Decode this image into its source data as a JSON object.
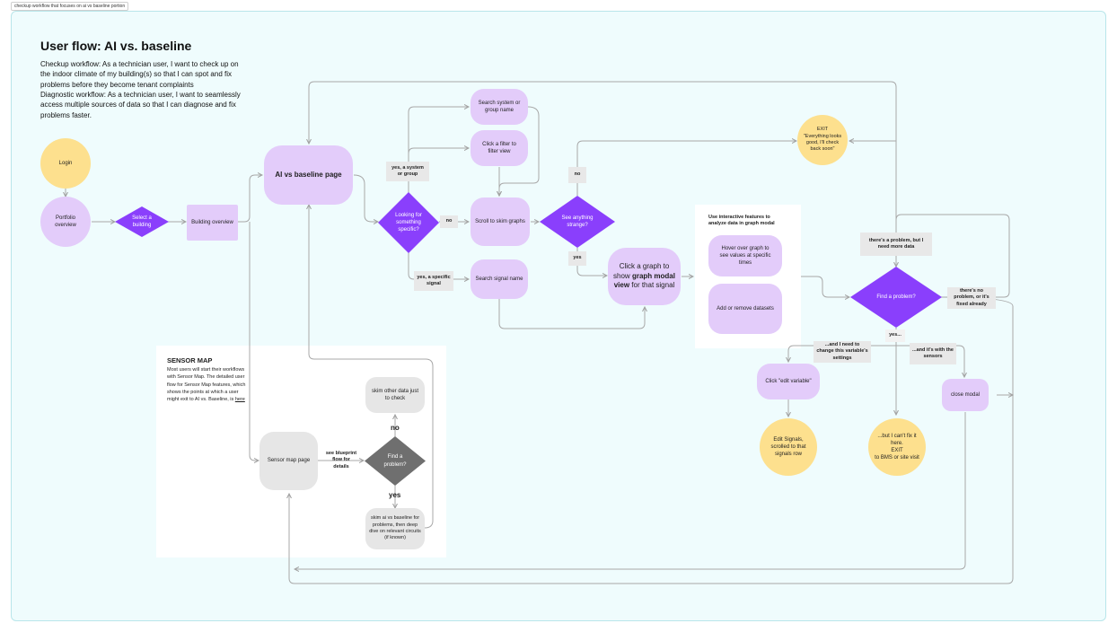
{
  "frame_tab": "checkup workflow that focuses on ai vs baseline portion",
  "title": "User flow: AI vs. baseline",
  "intro": [
    "Checkup workflow: As a technician user, I want to check up on the indoor climate of my building(s) so that I can spot and fix problems before they become tenant complaints",
    "Diagnostic workflow: As a technician user, I want to seamlessly access multiple sources of data so that I can diagnose and fix problems faster."
  ],
  "nodes": {
    "login": "Login",
    "portfolio": "Portfolio overview",
    "select_building": "Select a building",
    "building_overview": "Building overview",
    "ai_page": "AI vs baseline page",
    "looking": "Looking for something specific?",
    "search_system": "Search system or group name",
    "click_filter": "Click a filter to filter view",
    "scroll_skim": "Scroll to skim graphs",
    "search_signal": "Search signal name",
    "see_strange": "See anything strange?",
    "click_graph_pre": "Click a graph to show ",
    "click_graph_bold": "graph modal view",
    "click_graph_post": " for that signal",
    "exit_good": "EXIT\n\"Everything looks good, I'll check back soon\"",
    "interactive_title": "Use interactive features to analyze data in graph modal",
    "hover_graph": "Hover over graph to see values at specific times",
    "add_remove": "Add or remove datasets",
    "find_problem": "Find a problem?",
    "click_edit": "Click \"edit variable\"",
    "edit_signals": "Edit Signals, scrolled to that signals row",
    "cant_fix": "...but I can't fix it here.\nEXIT\nto BMS or site visit",
    "close_modal": "close modal",
    "sensor_page": "Sensor map page",
    "find_problem_grey": "Find a problem?",
    "skim_other": "skim other data just to check",
    "skim_ai": "skim ai vs baseline for problems, then deep dive on relevant circuits (if known)"
  },
  "labels": {
    "yes_system": "yes, a system or group",
    "no_looking": "no",
    "yes_signal": "yes, a specific signal",
    "no_strange": "no",
    "yes_strange": "yes",
    "need_more": "there's a problem, but I need more data",
    "no_problem": "there's no problem, or it's fixed already",
    "yes_problem": "yes...",
    "need_change": "...and I need to change this variable's settings",
    "with_sensors": "...and it's with the sensors",
    "see_blueprint": "see blueprint flow for details",
    "no_sensor": "no",
    "yes_sensor": "yes"
  },
  "sensor_map": {
    "title": "SENSOR MAP",
    "body": "Most users will start their workflows with Sensor Map. The detailed user flow for Sensor Map features, which shows the points at which a user might exit to AI vs. Baseline, is ",
    "link": "here"
  },
  "colors": {
    "canvas": "#effcfd",
    "lilac": "#e3ccfa",
    "purple_diamond": "#8a3ffc",
    "grey_diamond": "#6f6f6f",
    "yellow": "#fde08e",
    "grey_node": "#e6e6e6",
    "connector": "#a8a8a8"
  }
}
